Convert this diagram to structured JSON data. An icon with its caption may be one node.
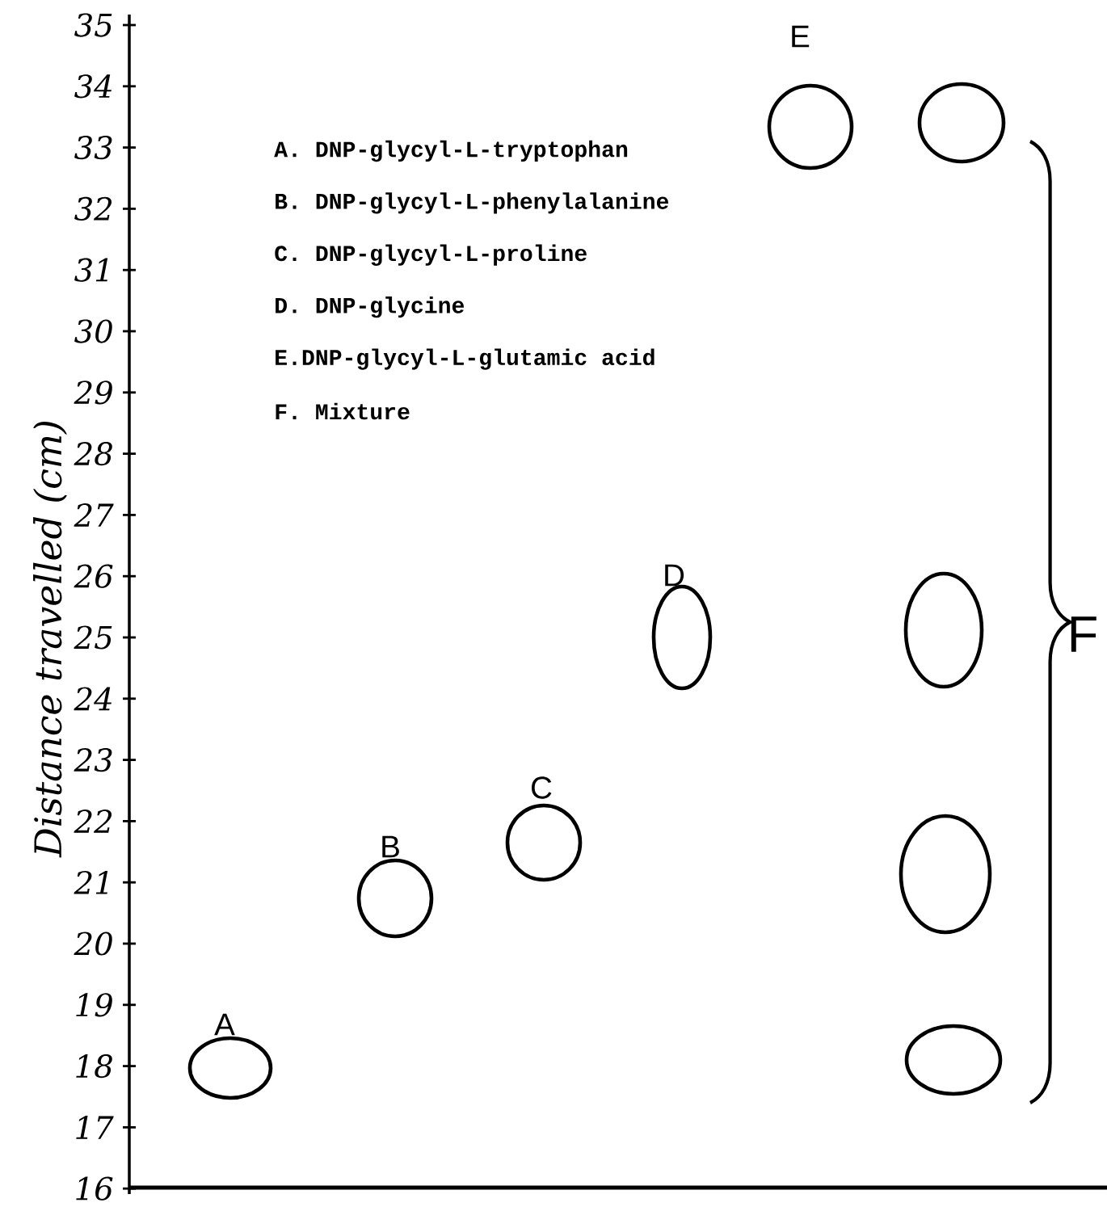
{
  "diagram": {
    "nodes": [
      {
        "text": [
          "A"
        ]
      },
      {
        "text": [
          "B"
        ]
      },
      {
        "text": [
          "C"
        ]
      },
      {
        "text": [
          "D"
        ]
      },
      {
        "text": [
          "E"
        ]
      },
      {
        "text": [],
        "shape": "circle"
      },
      {
        "text": [],
        "shape": "circle"
      },
      {
        "text": [],
        "shape": "circle"
      },
      {
        "text": [],
        "shape": "circle"
      }
    ],
    "labels": [
      "35",
      "34",
      "33",
      "32",
      "31",
      "30",
      "29",
      "28",
      "27",
      "26",
      "25",
      "24",
      "23",
      "22",
      "21",
      "20",
      "19",
      "18",
      "17",
      "16",
      "A. DNP-glycyl-L-tryptophan",
      "B. DNP-glycyl-L-phenylalanine",
      "C. DNP-glycyl-L-proline",
      "D. DNP-glycine",
      "E.DNP-glycyl-L-glutamic acid",
      "F. Mixture",
      "F",
      "Distance travelled (cm)"
    ]
  }
}
